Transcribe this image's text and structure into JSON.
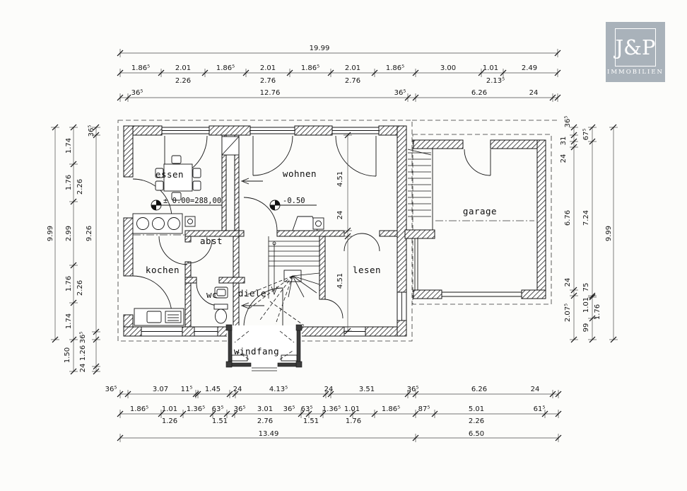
{
  "logo": {
    "monogram": "J&P",
    "wordmark": "IMMOBILIEN",
    "bg": "#a9b2ba",
    "fg": "#ffffff"
  },
  "rooms": {
    "essen": "essen",
    "wohnen": "wohnen",
    "garage": "garage",
    "kochen": "kochen",
    "abst": "abst",
    "wc": "wc",
    "diele": "diele",
    "lesen": "lesen",
    "windfang": "windfang"
  },
  "levels": {
    "ground": "± 0.00=288,00",
    "living": "-0.50"
  },
  "dims": {
    "top_overall": "19.99",
    "top_row1": [
      "1.86⁵",
      "2.01",
      "1.86⁵",
      "2.01",
      "1.86⁵",
      "2.01",
      "1.86⁵",
      "3.00",
      "1.01",
      "2.49"
    ],
    "top_row1_sub": [
      "2.26",
      "2.76",
      "2.76",
      "2.13⁵"
    ],
    "top_row2": [
      "36⁵",
      "12.76",
      "36⁵",
      "6.26",
      "24"
    ],
    "bottom_row1": [
      "36⁵",
      "3.07",
      "11⁵",
      "1.45",
      "24",
      "4.13⁵",
      "24",
      "3.51",
      "36⁵",
      "6.26",
      "24"
    ],
    "bottom_row2": [
      "1.86⁵",
      "1.01",
      "1.36⁵",
      "63⁵",
      "36⁵",
      "3.01",
      "36⁵",
      "63⁵",
      "1.36⁵",
      "1.01",
      "1.86⁵",
      "87⁵",
      "5.01",
      "61⁵"
    ],
    "bottom_row2_sub": [
      "1.26",
      "1.51",
      "2.76",
      "1.51",
      "1.76",
      "2.26"
    ],
    "bottom_row3": [
      "13.49",
      "6.50"
    ],
    "left_outer": "9.99",
    "left_mid": [
      "1.74",
      "1.76",
      "2.99",
      "1.76",
      "1.74",
      "1.50"
    ],
    "left_mid_sub": [
      "2.26",
      "2.26"
    ],
    "left_inner": [
      "36⁵",
      "9.26",
      "36⁵",
      "1.26",
      "24"
    ],
    "right_inner": [
      "36⁵",
      "31",
      "24",
      "6.76",
      "24",
      "2.07⁵"
    ],
    "right_mid": [
      "67⁵",
      "7.24",
      "75",
      "1.01",
      "99"
    ],
    "right_mid_sub": [
      "1.76"
    ],
    "right_outer": "9.99",
    "interior_vertical": [
      "4.51",
      "24",
      "4.51"
    ]
  }
}
